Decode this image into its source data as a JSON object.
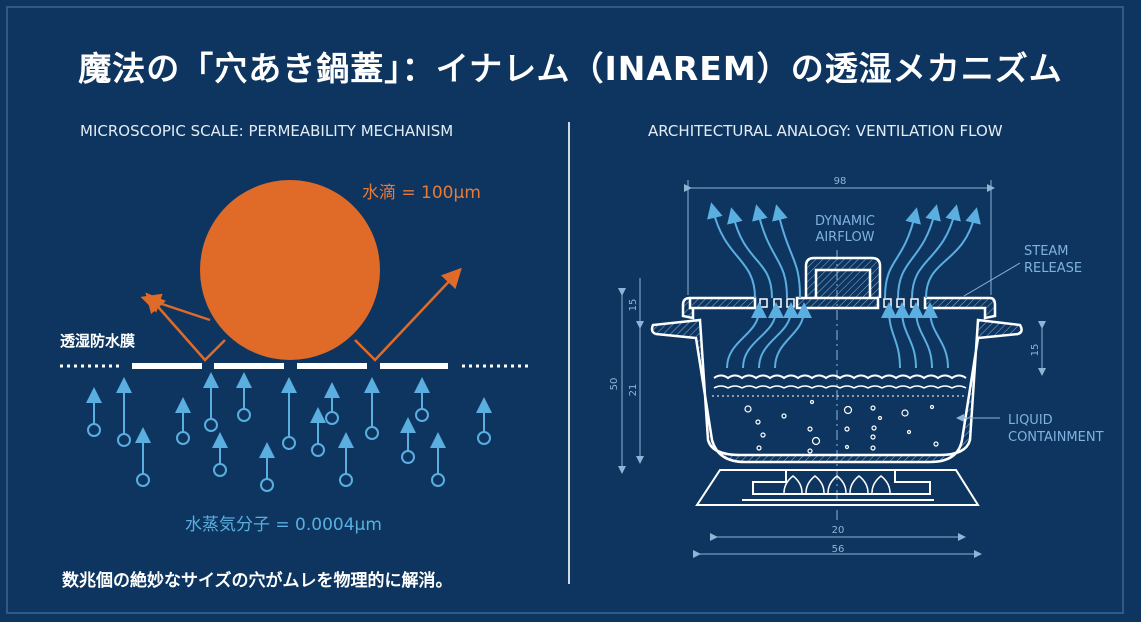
{
  "title": "魔法の「穴あき鍋蓋」：イナレム（INAREM）の透湿メカニズム",
  "left": {
    "heading": "MICROSCOPIC SCALE: PERMEABILITY MECHANISM",
    "droplet_label": "水滴 = 100μm",
    "membrane_label": "透湿防水膜",
    "vapor_label": "水蒸気分子 = 0.0004μm",
    "caption": "数兆個の絶妙なサイズの穴がムレを物理的に解消。"
  },
  "right": {
    "heading": "ARCHITECTURAL ANALOGY: VENTILATION FLOW",
    "airflow_label": [
      "DYNAMIC",
      "AIRFLOW"
    ],
    "steam_label": [
      "STEAM",
      "RELEASE"
    ],
    "liquid_label": [
      "LIQUID",
      "CONTAINMENT"
    ],
    "dims": {
      "top": "98",
      "lid": "15",
      "total": "50",
      "depth": "21",
      "handle": "15",
      "base_inner": "20",
      "base_outer": "56"
    }
  },
  "colors": {
    "background": "#0d3560",
    "droplet": "#e06a28",
    "arrow": "#5aaee0",
    "line": "#ffffff"
  }
}
